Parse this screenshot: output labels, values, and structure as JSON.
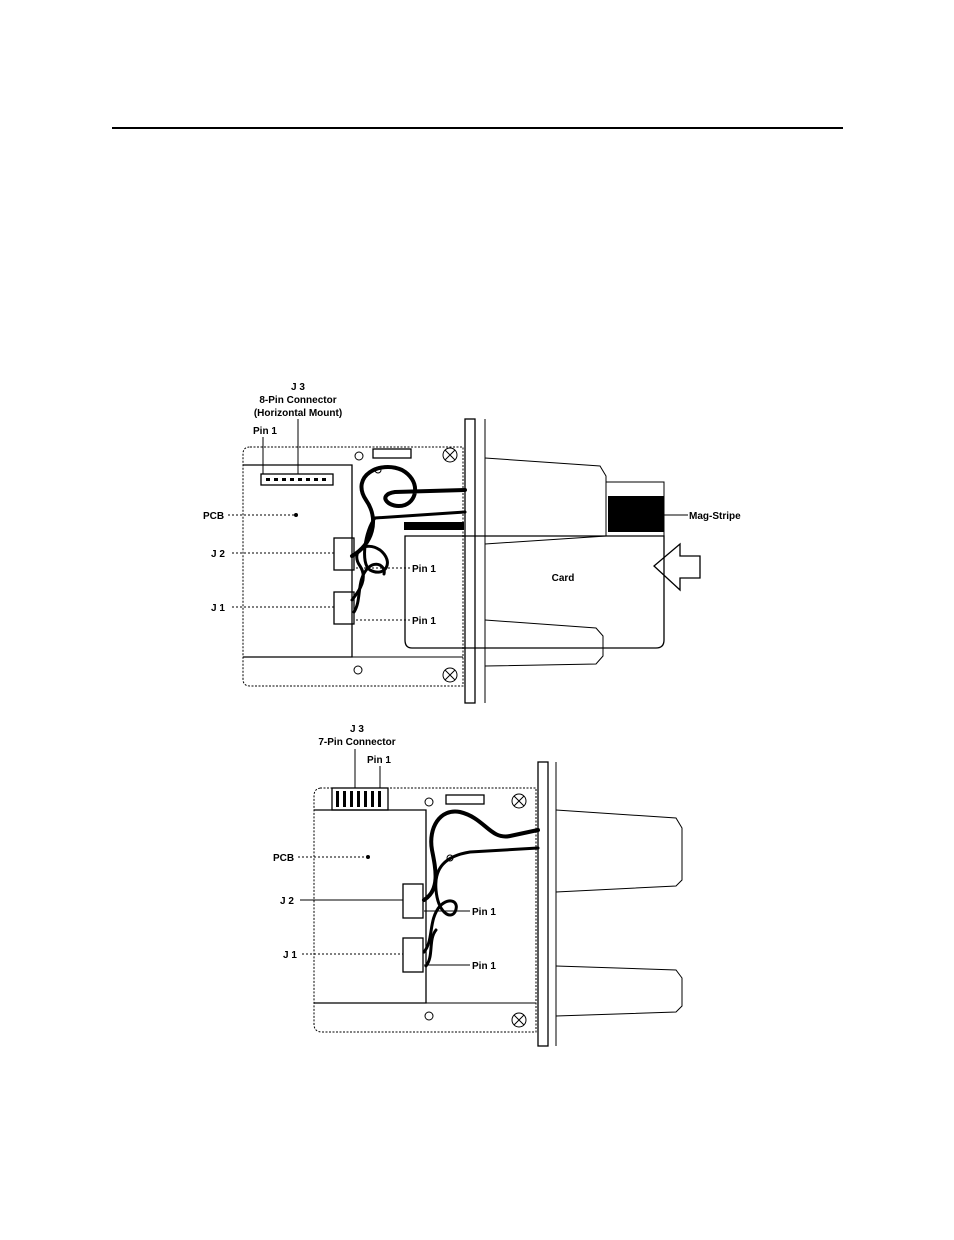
{
  "diagram_top": {
    "j3_title": "J 3",
    "j3_subtitle": "8-Pin Connector",
    "j3_note": "(Horizontal Mount)",
    "pin1_j3": "Pin 1",
    "pcb": "PCB",
    "j2": "J 2",
    "j1": "J 1",
    "pin1_j2": "Pin 1",
    "pin1_j1": "Pin 1",
    "mag_stripe": "Mag-Stripe",
    "card": "Card"
  },
  "diagram_bottom": {
    "j3_title": "J 3",
    "j3_subtitle": "7-Pin Connector",
    "pin1_j3": "Pin 1",
    "pcb": "PCB",
    "j2": "J 2",
    "j1": "J 1",
    "pin1_j2": "Pin 1",
    "pin1_j1": "Pin 1"
  }
}
